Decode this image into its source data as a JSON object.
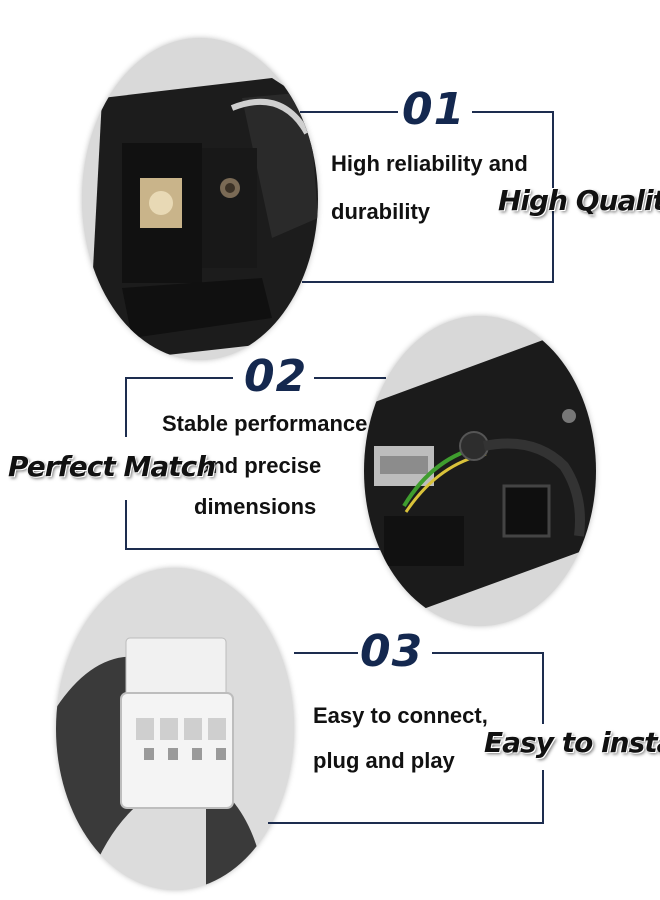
{
  "features": [
    {
      "number": "01",
      "line1": "High reliability and",
      "line2": "durability",
      "tag": "High Quality"
    },
    {
      "number": "02",
      "line1": "Stable performance",
      "line2": "and precise",
      "line3": "dimensions",
      "tag": "Perfect Match"
    },
    {
      "number": "03",
      "line1": "Easy to connect,",
      "line2": "plug and play",
      "tag": "Easy to install"
    }
  ],
  "colors": {
    "accent": "#14284f",
    "line": "#1d2d4f",
    "text": "#111111",
    "background": "#ffffff"
  }
}
